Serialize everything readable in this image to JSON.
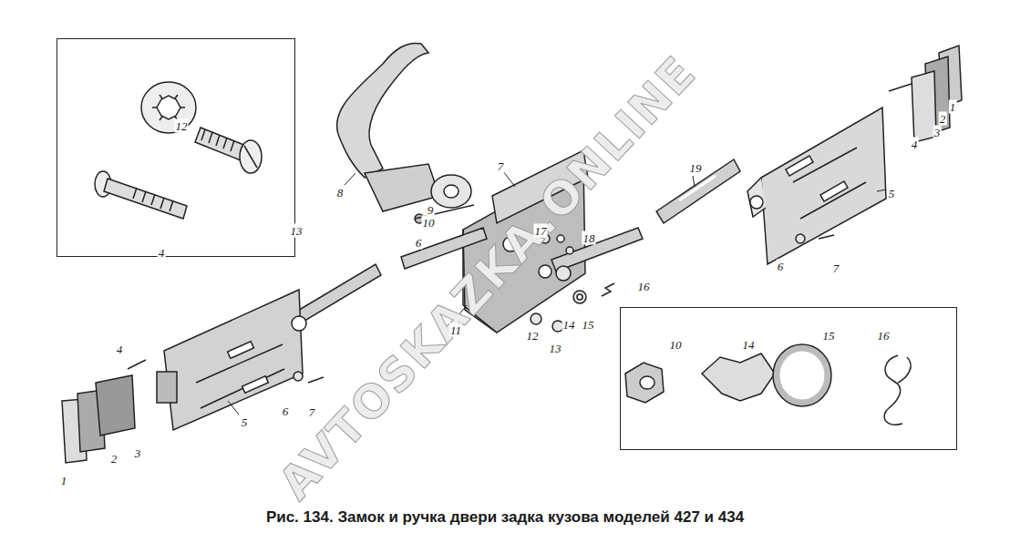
{
  "diagram": {
    "caption": "Рис. 134. Замок и ручка двери задка кузова моделей 427 и 434",
    "nodes": [
      {
        "text": [
          "12",
          "13",
          "4"
        ]
      },
      {
        "text": [
          "10",
          "14",
          "15",
          "16"
        ]
      }
    ],
    "labels": [
      "1",
      "2",
      "3",
      "4",
      "5",
      "6",
      "7",
      "19",
      "7",
      "9",
      "10",
      "8",
      "6",
      "17",
      "18",
      "11",
      "14",
      "15",
      "16",
      "12",
      "13",
      "4",
      "6",
      "7",
      "5",
      "1",
      "2",
      "3",
      "AVTOSKAZKA.ONLINE"
    ]
  }
}
